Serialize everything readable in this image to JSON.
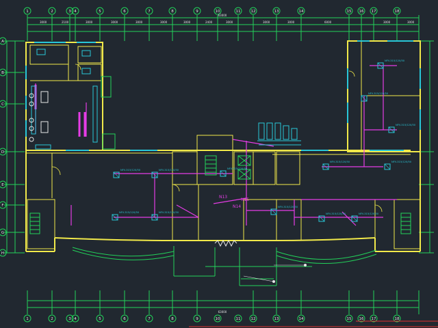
{
  "drawing": {
    "colors": {
      "background": "#212830",
      "wall": "#f2ea4a",
      "dim": "#22d35a",
      "duct": "#e63ce6",
      "cyan": "#29c7d8",
      "white": "#e8e8e8",
      "red": "#e33232"
    },
    "axis_top": [
      "1",
      "2",
      "3",
      "4",
      "5",
      "6",
      "7",
      "8",
      "9",
      "10",
      "11",
      "12",
      "13",
      "14",
      "15",
      "16",
      "17",
      "18"
    ],
    "axis_bottom": [
      "1",
      "2",
      "3",
      "4",
      "5",
      "6",
      "7",
      "8",
      "9",
      "10",
      "11",
      "12",
      "13",
      "14",
      "15",
      "16",
      "17",
      "18"
    ],
    "axis_left": [
      "A",
      "B",
      "C",
      "D",
      "E",
      "F",
      "G",
      "H"
    ],
    "total_dimension_top": "63000",
    "total_dimension_bottom": "63000",
    "duct_labels": [
      "N13",
      "N14",
      "N15"
    ],
    "unit_labels": [
      "NFV-315/120/50",
      "NFV-315/120/50",
      "NFV-315/120/50",
      "NFV-315/120/50",
      "NFV-315/120/50",
      "NFV-315/120/50",
      "NFV-315/120/50",
      "NFV-315/120/50",
      "NFV-315/120/50",
      "NFV-315/120/50",
      "NFV-315/120/50",
      "NFV-315/120/50",
      "NFV-315/120/50"
    ]
  }
}
